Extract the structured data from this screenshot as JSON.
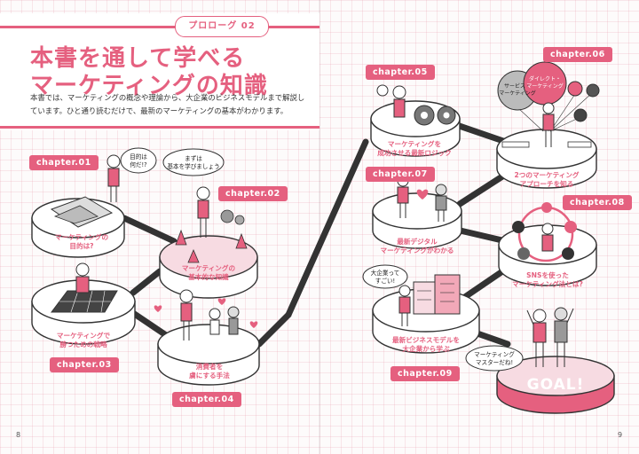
{
  "header": {
    "prologue_label": "プロローグ 02",
    "title_line1": "本書を通して学べる",
    "title_line2": "マーケティングの知識",
    "intro": "本書では、マーケティングの概念や理論から、大企業のビジネスモデルまで解説しています。ひと通り読むだけで、最新のマーケティングの基本がわかります。"
  },
  "chapters": [
    {
      "label": "chapter.01",
      "caption": "マーケティングの\n目的は?"
    },
    {
      "label": "chapter.02",
      "caption": "マーケティングの\n基本的な知識"
    },
    {
      "label": "chapter.03",
      "caption": "マーケティングで\n勝つための戦略"
    },
    {
      "label": "chapter.04",
      "caption": "消費者を\n虜にする手法"
    },
    {
      "label": "chapter.05",
      "caption": "マーケティングを\n成功させる最新ロジック"
    },
    {
      "label": "chapter.06",
      "caption": "2つのマーケティング\nアプローチを知る"
    },
    {
      "label": "chapter.07",
      "caption": "最新デジタル\nマーケティングがわかる"
    },
    {
      "label": "chapter.08",
      "caption": "SNSを使った\nマーケティング法とは?"
    },
    {
      "label": "chapter.09",
      "caption": "最新ビジネスモデルを\n大企業から学ぶ"
    }
  ],
  "bubbles": {
    "purpose": "目的は\n何だ!?",
    "learn": "まずは\n基本を学びましょう",
    "big_company": "大企業って\nすごい!",
    "master": "マーケティング\nマスターだね!"
  },
  "balloons": {
    "service": "サービス・\nマーケティング",
    "direct": "ダイレクト・\nマーケティング"
  },
  "goal_label": "GOAL!",
  "page_numbers": {
    "left": "8",
    "right": "9"
  },
  "sns_icons": [
    "x-icon",
    "instagram-icon",
    "email-icon",
    "facebook-icon"
  ],
  "colors": {
    "accent": "#e5607f",
    "dark": "#333333",
    "gray": "#9a9a9a",
    "light_pink": "#f7dbe2"
  }
}
